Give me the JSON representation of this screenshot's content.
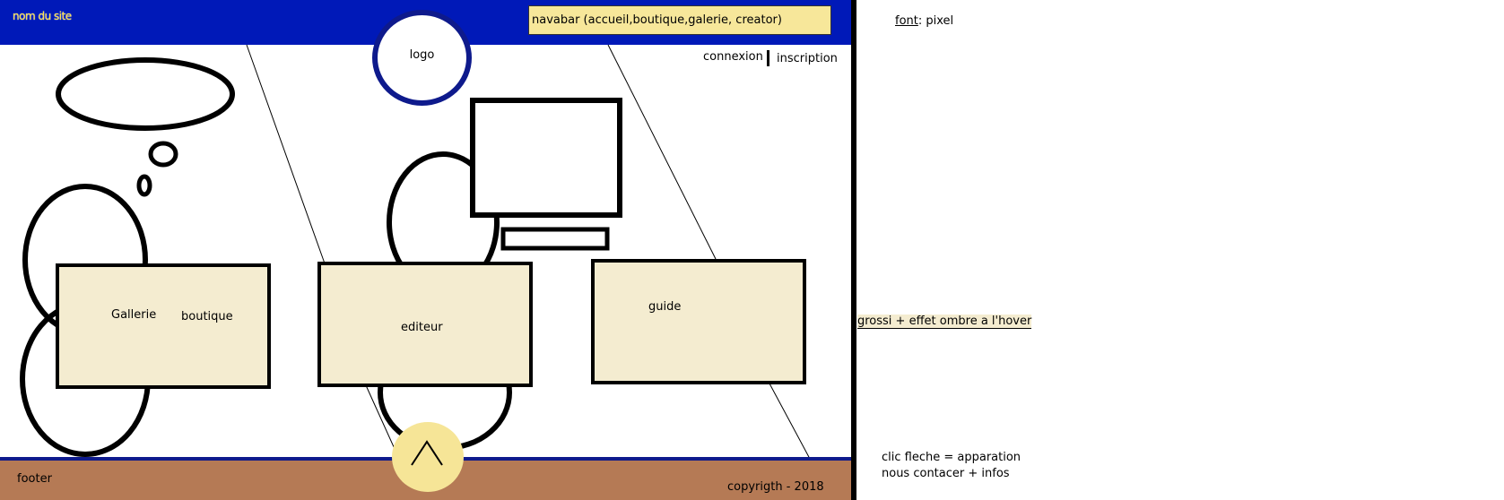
{
  "header": {
    "site_name": "nom du site",
    "navbar_label": "navabar (accueil,boutique,galerie, creator)",
    "logo_label": "logo",
    "login_label": "connexion",
    "signup_label": "inscription"
  },
  "cards": {
    "left": {
      "label_gallery": "Gallerie",
      "label_shop": "boutique"
    },
    "middle": {
      "label": "editeur"
    },
    "right": {
      "label": "guide"
    }
  },
  "footer": {
    "label": "footer",
    "copyright": "copyrigth - 2018"
  },
  "notes": {
    "font_key": "font",
    "font_value": ": pixel",
    "hover_effect": "grossi + effet ombre a l'hover",
    "click_arrow_line1": "clic fleche = apparation",
    "click_arrow_line2": "nous contacer + infos"
  },
  "colors": {
    "header_blue": "#0019b8",
    "navbar_yellow": "#f7e79a",
    "card_fill": "#f4ecd0",
    "footer_brown": "#b57a55",
    "footer_line": "#0e1a8c",
    "arrow_button": "#f6e597",
    "site_name_yellow": "#ffe34a"
  },
  "icons": {
    "arrow_button_icon": "chevron-up-icon"
  }
}
